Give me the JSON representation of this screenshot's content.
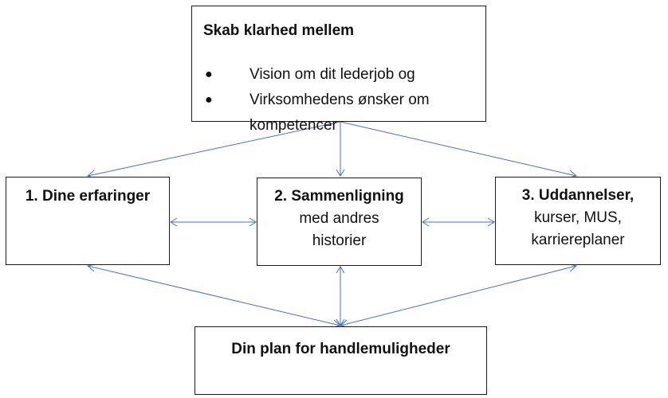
{
  "top_box": {
    "title": "Skab klarhed mellem",
    "bullets": [
      "Vision om dit lederjob og",
      "Virksomhedens ønsker om kompetencer"
    ]
  },
  "box_1": {
    "head": "1. Dine erfaringer",
    "lines": []
  },
  "box_2": {
    "head": "2. Sammenligning",
    "lines": [
      "med andres",
      "historier"
    ]
  },
  "box_3": {
    "head": "3. Uddannelser,",
    "lines": [
      "kurser, MUS,",
      "karriereplaner"
    ]
  },
  "bottom_box": {
    "head": "Din plan for handlemuligheder"
  },
  "colors": {
    "arrow": "#4472c4",
    "border": "#1a1a1a"
  }
}
